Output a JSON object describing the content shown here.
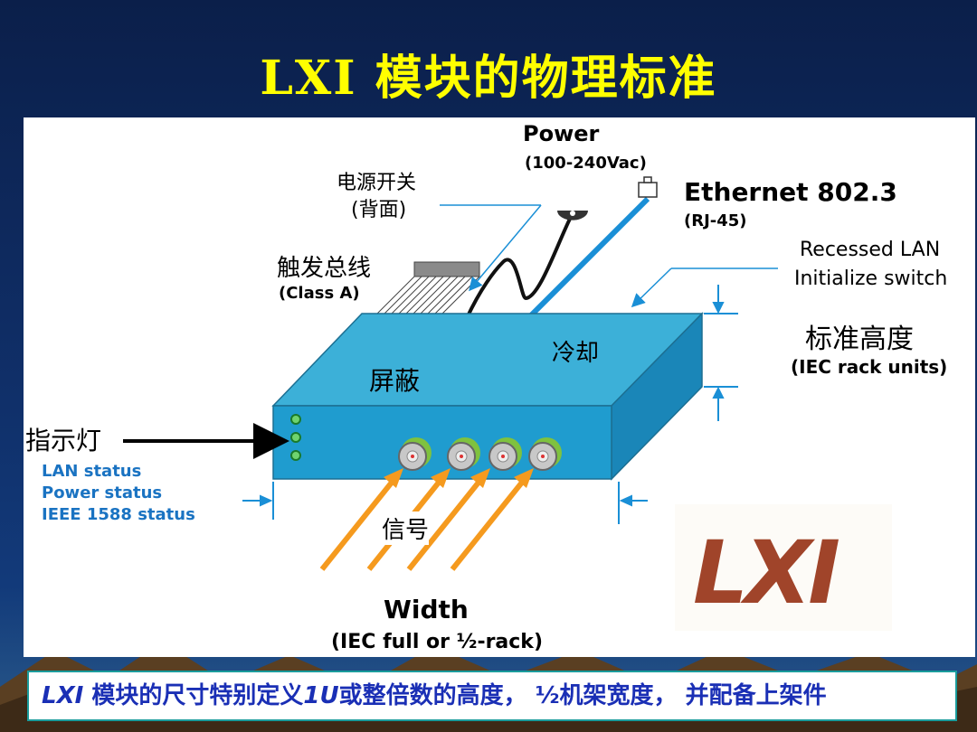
{
  "title": "LXI 模块的物理标准",
  "labels": {
    "power": "Power",
    "power_range": "(100-240Vac)",
    "power_switch": "电源开关",
    "power_switch_back": "(背面)",
    "ethernet": "Ethernet 802.3",
    "ethernet_conn": "(RJ-45)",
    "recessed_lan": "Recessed LAN",
    "initialize_switch": "Initialize switch",
    "trigger_bus": "触发总线",
    "trigger_class": "(Class A)",
    "standard_height": "标准高度",
    "iec_rack_units": "(IEC rack units)",
    "cooling": "冷却",
    "shielding": "屏蔽",
    "indicator": "指示灯",
    "signal": "信号",
    "width": "Width",
    "width_note": "(IEC full or ½-rack)"
  },
  "status_items": [
    "LAN status",
    "Power status",
    "IEEE 1588 status"
  ],
  "logo_text": "LXI",
  "caption": {
    "p1": "LXI",
    "p2": " 模块的尺寸特别定义",
    "p3": "1U",
    "p4": "或整倍数的高度，  ½机架宽度，  并配备上架件"
  },
  "colors": {
    "title": "#ffff00",
    "box_top": "#3cb0d8",
    "box_front": "#1f9ccf",
    "arrow_orange": "#f59a1e",
    "leader_blue": "#1a8fd6",
    "status_text": "#1a73c2",
    "logo": "#a0442a"
  }
}
